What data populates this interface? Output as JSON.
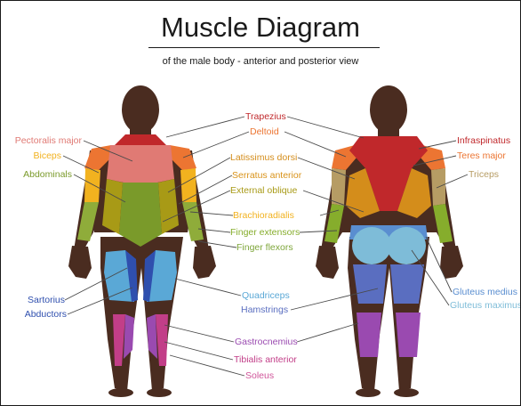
{
  "title": "Muscle Diagram",
  "subtitle": "of the male body - anterior and posterior view",
  "colors": {
    "skin": "#4a2c20",
    "trapezius": "#c0282b",
    "deltoid": "#ec7532",
    "pectoralis": "#e07a74",
    "biceps": "#f2b21f",
    "triceps": "#b69c64",
    "latissimus": "#d48d1b",
    "serratus": "#d9931a",
    "abdominals": "#7a9a2a",
    "external_oblique": "#a89a16",
    "brachioradialis": "#8fac3a",
    "finger_extensors": "#86ad2c",
    "finger_flexors": "#7ea63a",
    "quadriceps": "#5aa8d6",
    "sartorius": "#2f4fae",
    "hamstrings": "#5a6ec0",
    "gastrocnemius": "#9a4ab0",
    "tibialis": "#c23e88",
    "soleus": "#d0559a",
    "gluteus_maximus": "#7ebcd8",
    "gluteus_medius": "#5a8ed0"
  },
  "labels": {
    "trapezius": "Trapezius",
    "deltoid": "Deltoid",
    "pectoralis_major": "Pectoralis major",
    "biceps": "Biceps",
    "abdominals": "Abdominals",
    "latissimus_dorsi": "Latissimus dorsi",
    "serratus_anterior": "Serratus anterior",
    "external_oblique": "External oblique",
    "brachioradialis": "Brachioradialis",
    "finger_extensors": "Finger extensors",
    "finger_flexors": "Finger flexors",
    "infraspinatus": "Infraspinatus",
    "teres_major": "Teres major",
    "triceps": "Triceps",
    "sartorius": "Sartorius",
    "abductors": "Abductors",
    "quadriceps": "Quadriceps",
    "hamstrings": "Hamstrings",
    "gastrocnemius": "Gastrocnemius",
    "tibialis_anterior": "Tibialis anterior",
    "soleus": "Soleus",
    "gluteus_medius": "Gluteus medius",
    "gluteus_maximus": "Gluteus maximus"
  }
}
